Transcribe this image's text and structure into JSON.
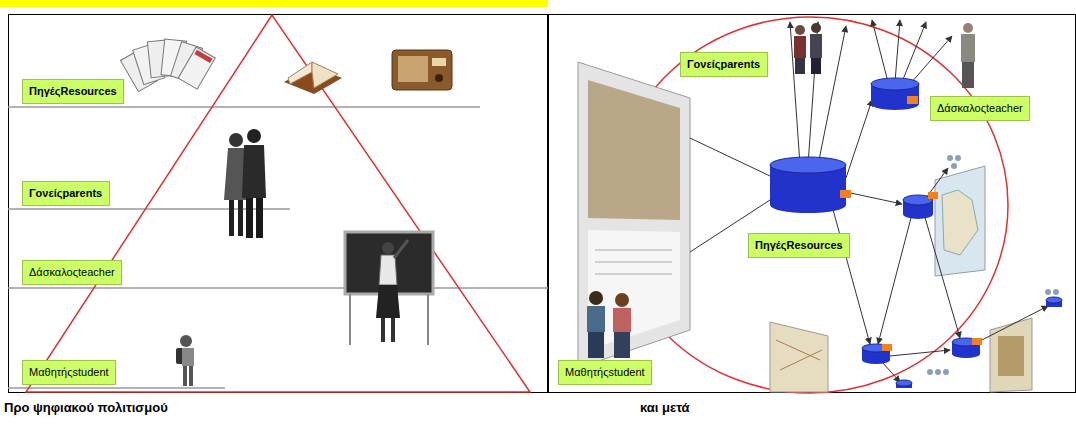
{
  "diagram": {
    "nodes": [
      {
        "text": [
          "ΠηγέςResources"
        ]
      },
      {
        "text": [
          "Γονείςparents"
        ]
      },
      {
        "text": [
          "Δάσκαλοςteacher"
        ]
      },
      {
        "text": [
          "Μαθητήςstudent"
        ]
      },
      {
        "text": [
          "Γονείςparents"
        ]
      },
      {
        "text": [
          "Δάσκαλοςteacher"
        ]
      },
      {
        "text": [
          "ΠηγέςResources"
        ]
      },
      {
        "text": [
          "Μαθητήςstudent"
        ]
      }
    ],
    "labels": [
      "Προ ψηφιακού πολιτισμού",
      "και μετά"
    ]
  }
}
